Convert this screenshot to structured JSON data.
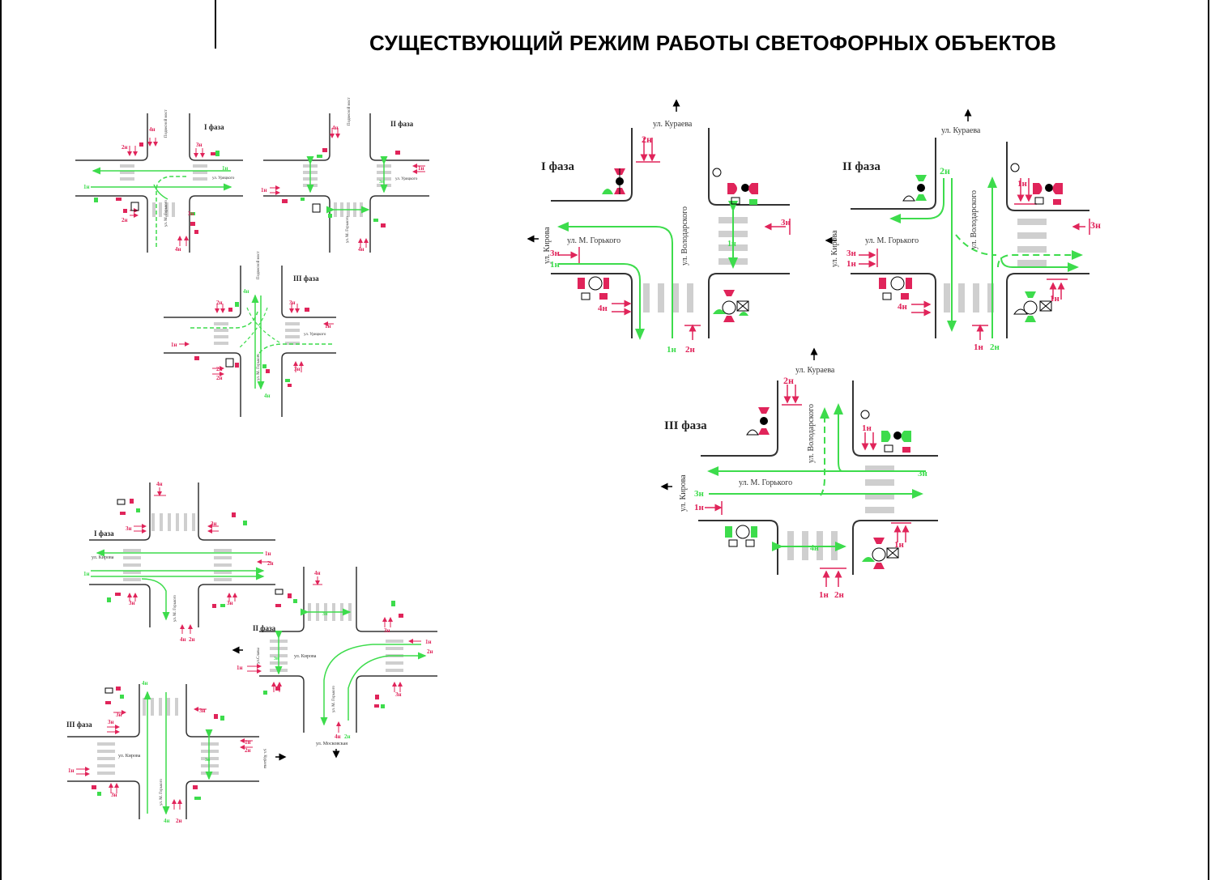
{
  "title": "СУЩЕСТВУЮЩИЙ РЕЖИМ РАБОТЫ СВЕТОФОРНЫХ ОБЪЕКТОВ",
  "colors": {
    "red": "#e0245a",
    "green": "#3ddc4c",
    "road": "#333333",
    "crosswalk": "#cfcfcf"
  },
  "icons": [
    "traffic-light-icon",
    "pedestrian-light-icon",
    "arrow-icon",
    "controller-icon"
  ],
  "streets": {
    "kuraeva": "ул. Кураева",
    "volodarskogo": "ул. Володарского",
    "gorkogo": "ул. М. Горького",
    "kirova": "ул. Кирова",
    "urickogo": "ул. Урицкого",
    "gorkogo_short": "ул. М. Горького",
    "podvesnoy": "Подвесной мост",
    "slavy": "ул.Славы",
    "moskovskaya": "ул. Московская",
    "kuraeva_rot": "ул. Кураева"
  },
  "phases": {
    "p1": "I фаза",
    "p2": "II фаза",
    "p3": "III фаза"
  },
  "groups": {
    "g1": "1н",
    "g2": "2н",
    "g3": "3н",
    "g4": "4н"
  }
}
